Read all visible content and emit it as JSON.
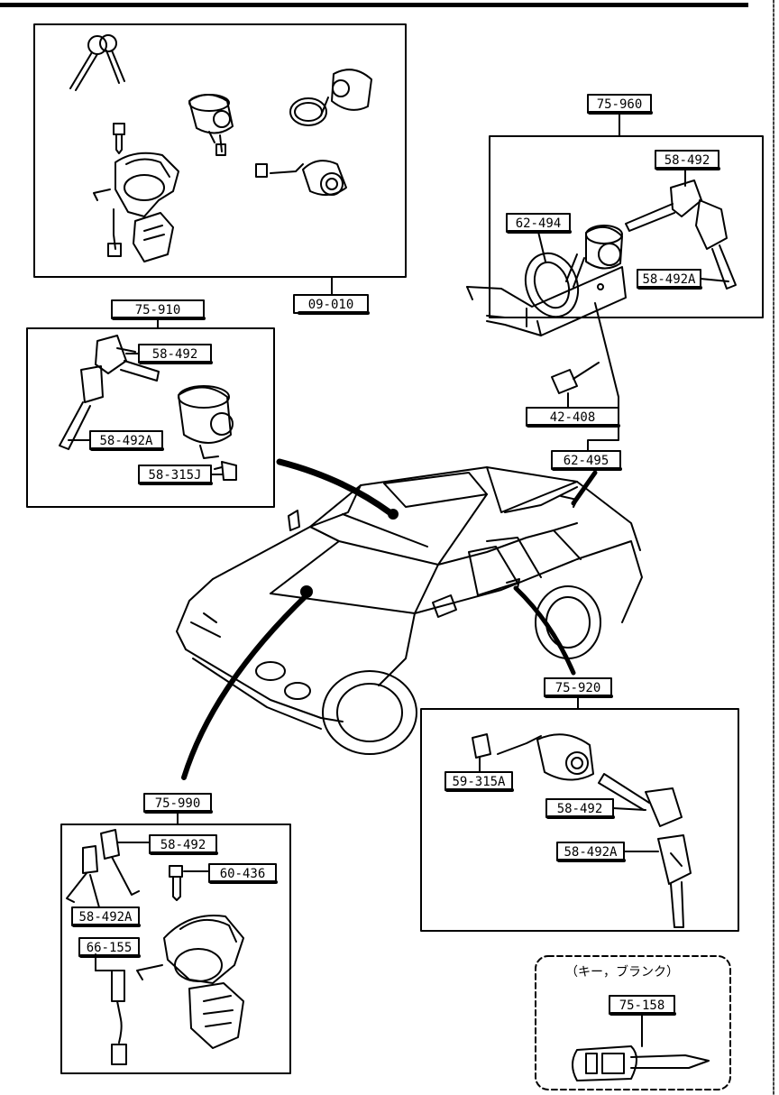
{
  "labels": {
    "lock_set": "09-010",
    "rear_key_set": "75-960",
    "glove_set": "75-910",
    "door_set": "75-920",
    "ignition_set": "75-990",
    "blank_key": "75-158",
    "key_rear": "58-492",
    "key_rear_a": "58-492A",
    "gasket": "62-494",
    "bolt_rear": "42-408",
    "bracket": "62-495",
    "key_glove": "58-492",
    "key_glove_a": "58-492A",
    "clip_glove": "58-315J",
    "clip_door": "59-315A",
    "key_door": "58-492",
    "key_door_a": "58-492A",
    "key_ign": "58-492",
    "key_ign_a": "58-492A",
    "bolt_ign": "60-436",
    "switch_ign": "66-155"
  },
  "blank_key_note": "（キー，ブランク）"
}
